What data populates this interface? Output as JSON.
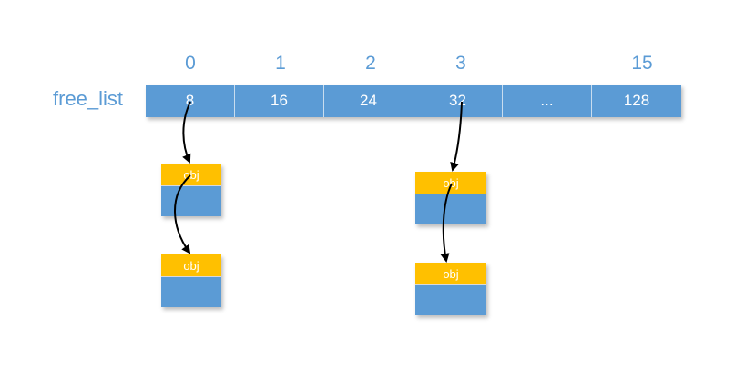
{
  "diagram": {
    "label": "free_list",
    "indices": [
      "0",
      "1",
      "2",
      "3",
      "15"
    ],
    "cells": [
      "8",
      "16",
      "24",
      "32",
      "...",
      "128"
    ],
    "node_label": "obj"
  }
}
